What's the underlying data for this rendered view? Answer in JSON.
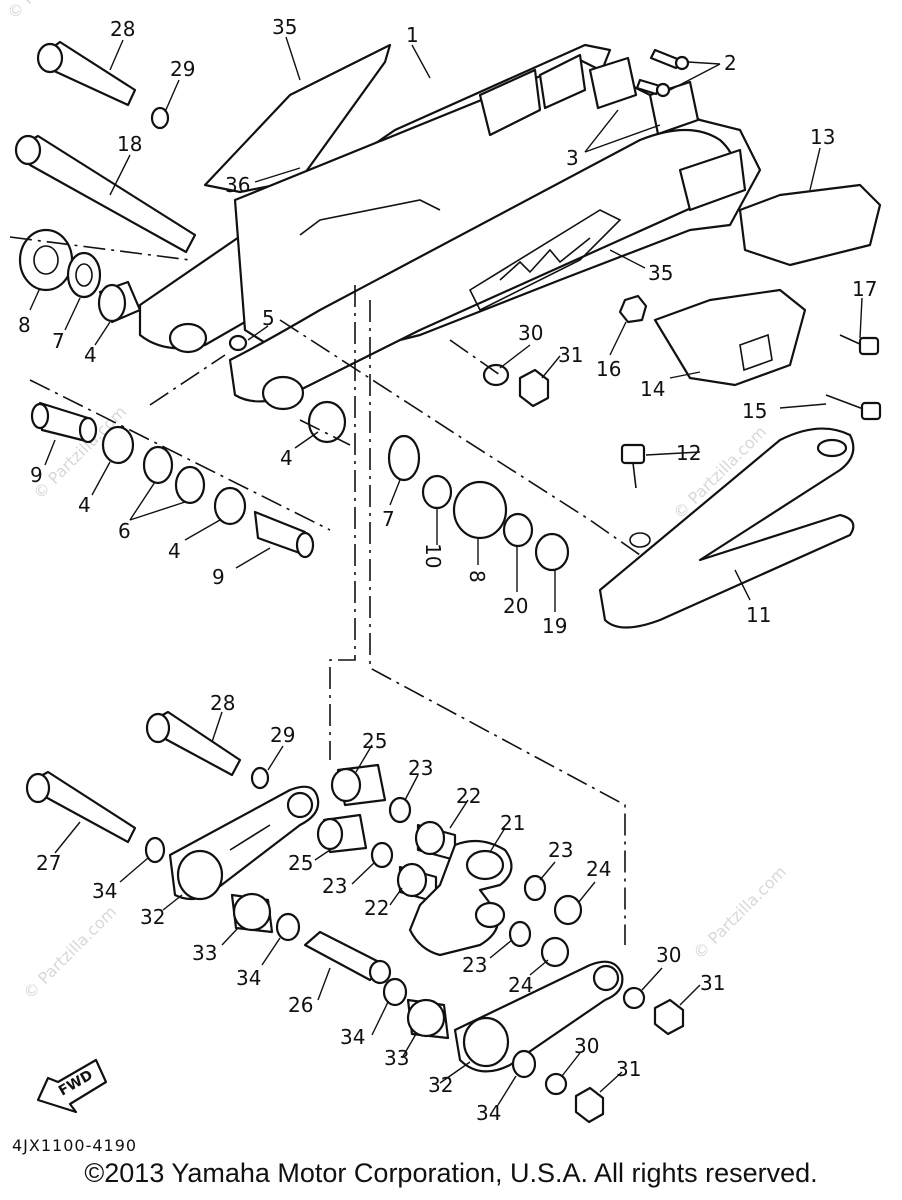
{
  "watermark": "© Partzilla.com",
  "diagram_code": "4JX1100-4190",
  "copyright": "©2013  Yamaha Motor Corporation, U.S.A. All rights reserved.",
  "fwd_label": "FWD",
  "callouts": {
    "c1": "1",
    "c2": "2",
    "c3": "3",
    "c4a": "4",
    "c4b": "4",
    "c4c": "4",
    "c4d": "4",
    "c5": "5",
    "c6": "6",
    "c7a": "7",
    "c7b": "7",
    "c8a": "8",
    "c8b": "8",
    "c9a": "9",
    "c9b": "9",
    "c10": "10",
    "c11": "11",
    "c12": "12",
    "c13": "13",
    "c14": "14",
    "c15": "15",
    "c16": "16",
    "c17": "17",
    "c18": "18",
    "c19": "19",
    "c20": "20",
    "c21": "21",
    "c22a": "22",
    "c22b": "22",
    "c23a": "23",
    "c23b": "23",
    "c23c": "23",
    "c23d": "23",
    "c24a": "24",
    "c24b": "24",
    "c25a": "25",
    "c25b": "25",
    "c26": "26",
    "c27": "27",
    "c28a": "28",
    "c28b": "28",
    "c29a": "29",
    "c29b": "29",
    "c30a": "30",
    "c30b": "30",
    "c30c": "30",
    "c31a": "31",
    "c31b": "31",
    "c31c": "31",
    "c32a": "32",
    "c32b": "32",
    "c33a": "33",
    "c33b": "33",
    "c34a": "34",
    "c34b": "34",
    "c34c": "34",
    "c34d": "34",
    "c35a": "35",
    "c35b": "35",
    "c36": "36"
  }
}
